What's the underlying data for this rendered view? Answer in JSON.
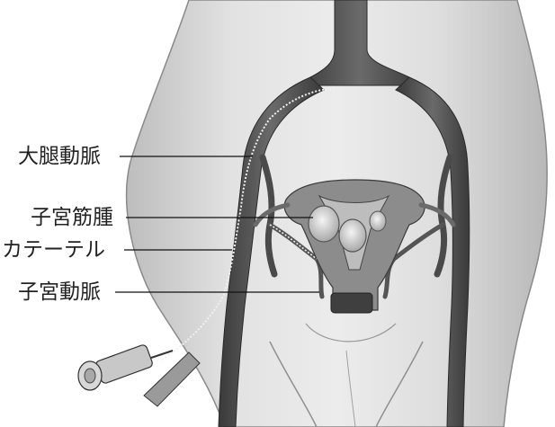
{
  "figure": {
    "labels": {
      "femoral_artery": "大腿動脈",
      "uterine_fibroid": "子宮筋腫",
      "catheter": "カテーテル",
      "uterine_artery": "子宮動脈"
    }
  }
}
